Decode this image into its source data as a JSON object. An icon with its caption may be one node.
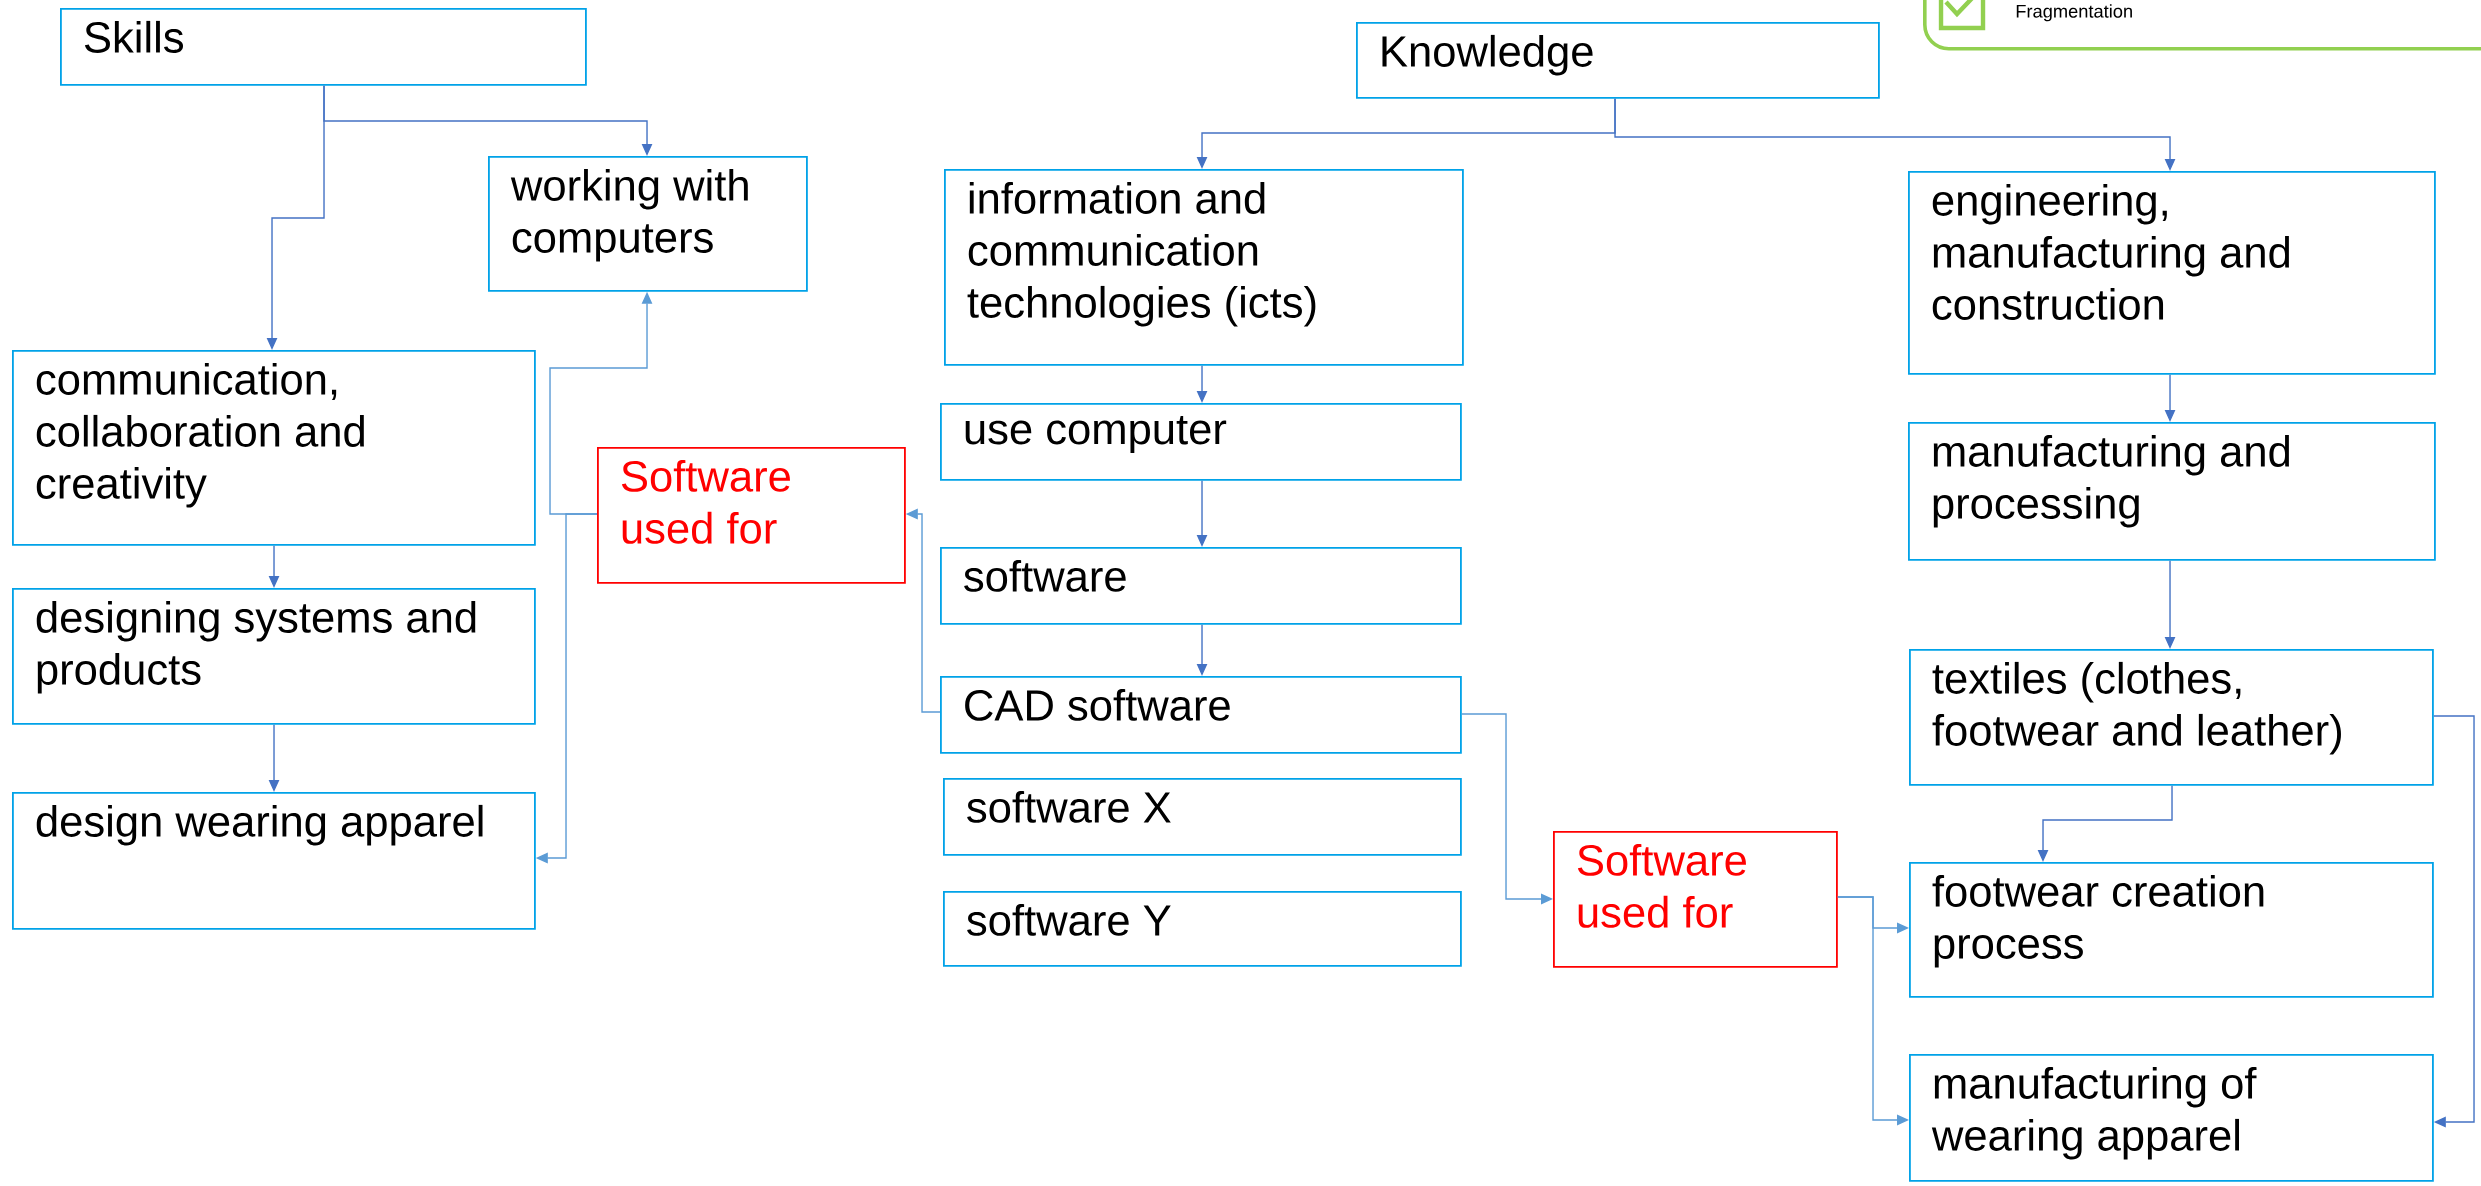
{
  "diagram": {
    "nodes": [
      {
        "text": [
          "Skills"
        ]
      },
      {
        "text": [
          "Knowledge"
        ]
      },
      {
        "text": [
          "Fragmentation"
        ]
      },
      {
        "text": [
          "working with computers"
        ]
      },
      {
        "text": [
          "information and communication technologies (icts)"
        ]
      },
      {
        "text": [
          "engineering, manufacturing and construction"
        ]
      },
      {
        "text": [
          "communication, collaboration and creativity"
        ]
      },
      {
        "text": [
          "use computer"
        ]
      },
      {
        "text": [
          "Software used for"
        ]
      },
      {
        "text": [
          "manufacturing and processing"
        ]
      },
      {
        "text": [
          "software"
        ]
      },
      {
        "text": [
          "designing systems and products"
        ]
      },
      {
        "text": [
          "CAD software"
        ]
      },
      {
        "text": [
          "textiles (clothes, footwear and leather)"
        ]
      },
      {
        "text": [
          "software X"
        ]
      },
      {
        "text": [
          "design wearing apparel"
        ]
      },
      {
        "text": [
          "Software used for"
        ]
      },
      {
        "text": [
          "footwear creation process"
        ]
      },
      {
        "text": [
          "software Y"
        ]
      },
      {
        "text": [
          "manufacturing of wearing apparel"
        ]
      }
    ],
    "edges": [
      {
        "from": 0,
        "to": 3,
        "arrow": "to"
      },
      {
        "from": 0,
        "to": 6,
        "arrow": "to"
      },
      {
        "from": 6,
        "to": 11,
        "arrow": "to"
      },
      {
        "from": 11,
        "to": 15,
        "arrow": "to"
      },
      {
        "from": 8,
        "to": 3,
        "arrow": "to",
        "color": "#5b9bd5"
      },
      {
        "from": 8,
        "to": 15,
        "arrow": "to",
        "color": "#5b9bd5"
      },
      {
        "from": 12,
        "to": 8,
        "arrow": "to",
        "color": "#5b9bd5"
      },
      {
        "from": 1,
        "to": 4,
        "arrow": "to"
      },
      {
        "from": 1,
        "to": 5,
        "arrow": "to"
      },
      {
        "from": 4,
        "to": 7,
        "arrow": "to"
      },
      {
        "from": 7,
        "to": 10,
        "arrow": "to"
      },
      {
        "from": 10,
        "to": 12,
        "arrow": "to"
      },
      {
        "from": 12,
        "to": 16,
        "arrow": "to",
        "color": "#5b9bd5"
      },
      {
        "from": 5,
        "to": 9,
        "arrow": "to"
      },
      {
        "from": 9,
        "to": 13,
        "arrow": "to"
      },
      {
        "from": 13,
        "to": 17,
        "arrow": "to"
      },
      {
        "from": 13,
        "to": 19,
        "arrow": "to"
      },
      {
        "from": 16,
        "to": 17,
        "arrow": "to",
        "color": "#5b9bd5"
      },
      {
        "from": 16,
        "to": 19,
        "arrow": "to",
        "color": "#5b9bd5"
      }
    ]
  }
}
